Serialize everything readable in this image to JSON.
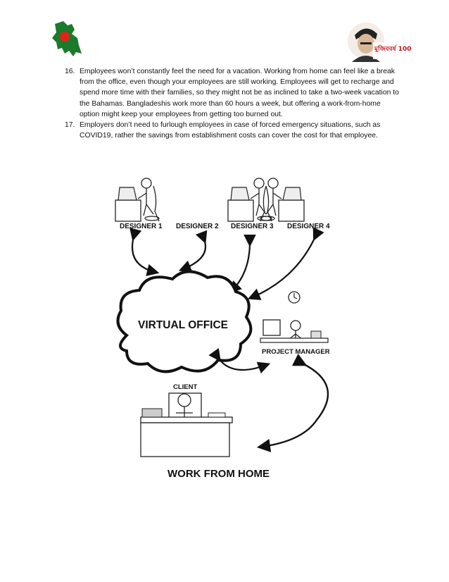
{
  "header": {
    "left_logo_icon": "bangladesh-map-flag-icon",
    "right_logo_icon": "mujib-100-logo-icon",
    "right_logo_text": "মুজিববর্ষ 100"
  },
  "list": [
    {
      "number": "16.",
      "text": "Employees won’t constantly feel the need for a vacation. Working from home can feel like a break from the office, even though your employees are still working. Employees will get to recharge and spend more time with their families, so they might not be as inclined to take a two-week vacation to the Bahamas. Bangladeshis work more than 60 hours a week, but offering a work-from-home option might keep your employees from getting too burned out."
    },
    {
      "number": "17.",
      "text": "Employers don’t need to furlough employees in case of forced emergency situations, such as COVID19, rather the savings from establishment costs can cover the cost for that employee."
    }
  ],
  "diagram": {
    "designers": [
      "DESIGNER 1",
      "DESIGNER 2",
      "DESIGNER 3",
      "DESIGNER 4"
    ],
    "cloud_label": "VIRTUAL OFFICE",
    "project_manager": "PROJECT MANAGER",
    "client": "CLIENT",
    "title": "WORK FROM HOME"
  }
}
